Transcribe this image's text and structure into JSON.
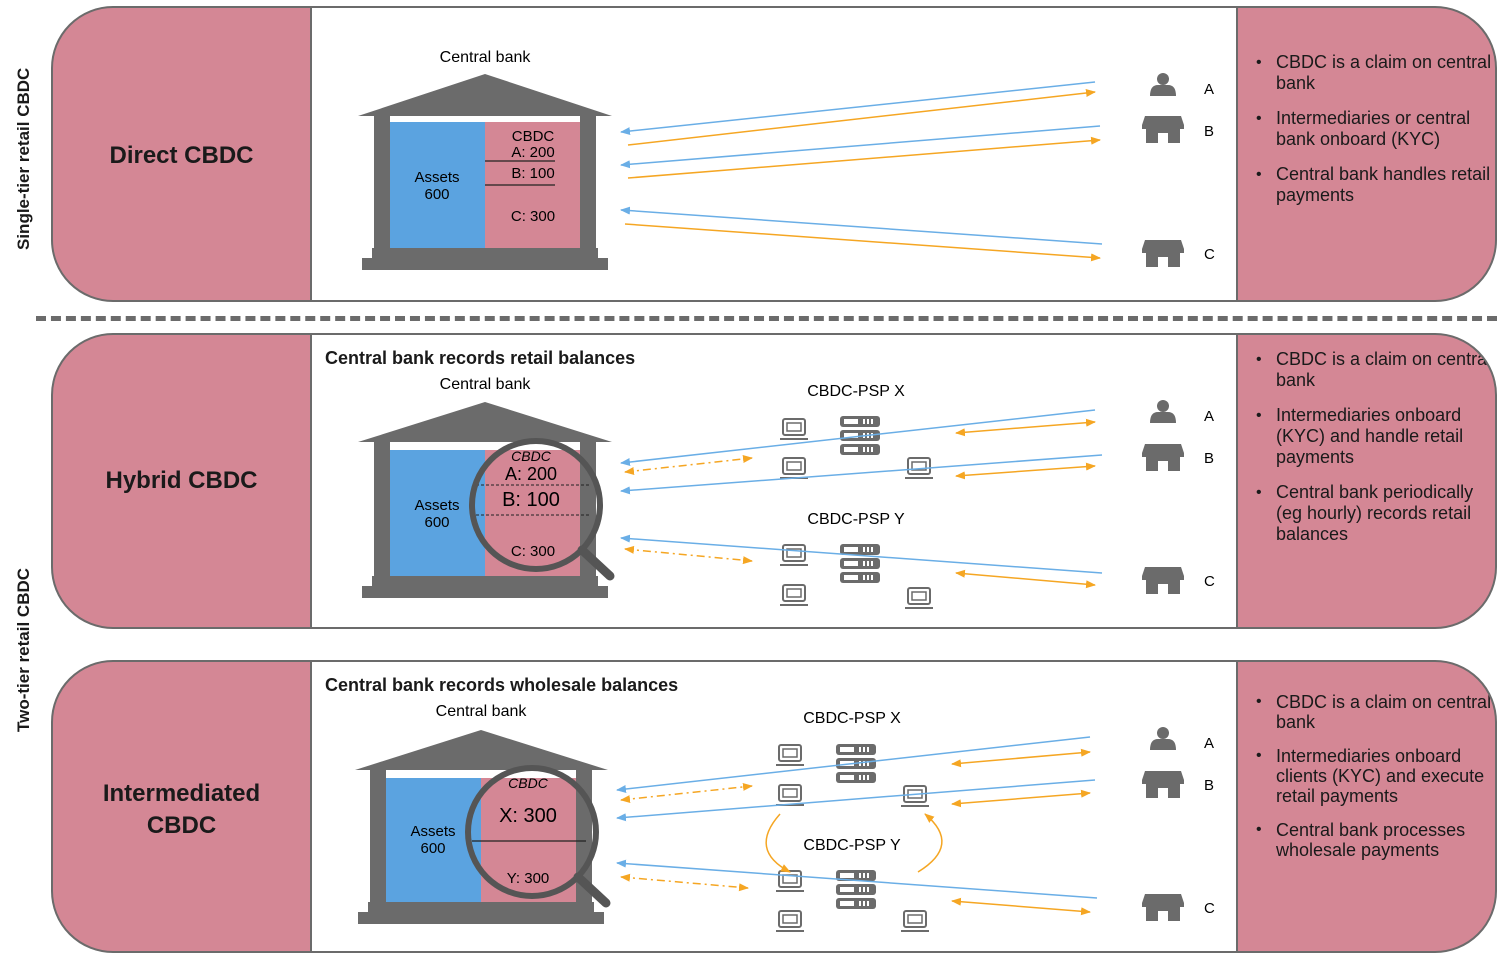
{
  "side_labels": {
    "single_tier": "Single-tier retail CBDC",
    "two_tier": "Two-tier retail CBDC"
  },
  "panels": [
    {
      "title_lines": [
        "Direct CBDC"
      ],
      "subheading": "",
      "central_bank": "Central bank",
      "assets_label": "Assets",
      "assets_value": "600",
      "ledger_heading": "CBDC",
      "ledger_entries": [
        "A: 200",
        "B: 100",
        "C: 300"
      ],
      "psp_labels": [],
      "clients": [
        "A",
        "B",
        "C"
      ],
      "bullets": [
        "CBDC is a claim on central bank",
        "Intermediaries or central bank onboard (KYC)",
        "Central bank handles retail payments"
      ]
    },
    {
      "title_lines": [
        "Hybrid CBDC"
      ],
      "subheading": "Central bank records retail balances",
      "central_bank": "Central bank",
      "assets_label": "Assets",
      "assets_value": "600",
      "ledger_heading": "CBDC",
      "ledger_entries": [
        "A: 200",
        "B: 100",
        "C: 300"
      ],
      "psp_labels": [
        "CBDC-PSP X",
        "CBDC-PSP Y"
      ],
      "clients": [
        "A",
        "B",
        "C"
      ],
      "bullets": [
        "CBDC is a claim on central bank",
        "Intermediaries onboard (KYC) and handle retail payments",
        "Central bank periodically (eg hourly) records retail balances"
      ]
    },
    {
      "title_lines": [
        "Intermediated",
        "CBDC"
      ],
      "subheading": "Central bank records wholesale balances",
      "central_bank": "Central bank",
      "assets_label": "Assets",
      "assets_value": "600",
      "ledger_heading": "CBDC",
      "ledger_entries": [
        "X: 300",
        "Y: 300"
      ],
      "psp_labels": [
        "CBDC-PSP X",
        "CBDC-PSP Y"
      ],
      "clients": [
        "A",
        "B",
        "C"
      ],
      "bullets": [
        "CBDC is a claim on central bank",
        "Intermediaries onboard clients (KYC) and execute retail payments",
        "Central bank processes wholesale payments"
      ]
    }
  ],
  "colors": {
    "panel": "#d48795",
    "assets": "#5ba3e0",
    "roof": "#6b6b6b",
    "blue_arrow": "#6aaee6",
    "orange_arrow": "#f5a623"
  },
  "icons": [
    "person-icon",
    "store-icon",
    "server-icon",
    "computer-icon",
    "magnifier-icon",
    "bank-building-icon"
  ]
}
